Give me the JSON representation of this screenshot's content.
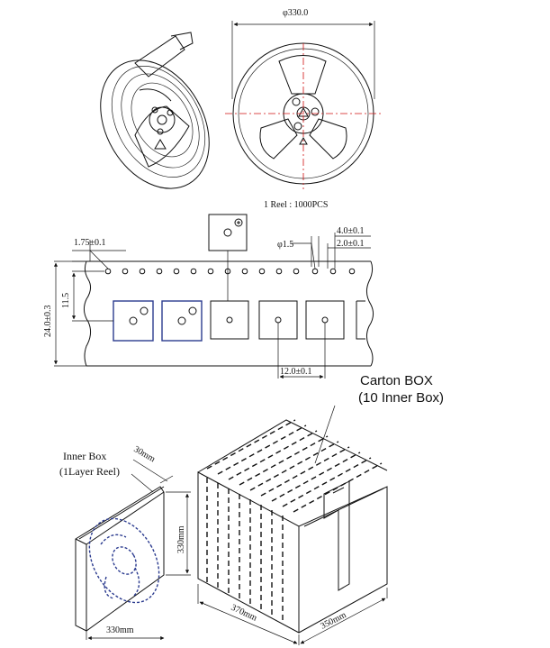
{
  "reel": {
    "diameter_label": "φ330.0",
    "capacity_label": "1 Reel : 1000PCS"
  },
  "tape": {
    "hole_offset_label": "1.75±0.1",
    "hole_dia_label": "φ1.5",
    "pitch_small_label": "4.0±0.1",
    "pitch_tiny_label": "2.0±0.1",
    "inner_height_label": "11.5",
    "width_label": "24.0±0.3",
    "pocket_pitch_label": "12.0±0.1"
  },
  "carton": {
    "title": "Carton  BOX",
    "subtitle": "(10  Inner Box)",
    "length_label": "370mm",
    "width_label": "350mm"
  },
  "inner_box": {
    "title": "Inner Box",
    "subtitle": "(1Layer Reel)",
    "depth_label": "30mm",
    "height_label": "330mm",
    "width_label": "330mm"
  }
}
